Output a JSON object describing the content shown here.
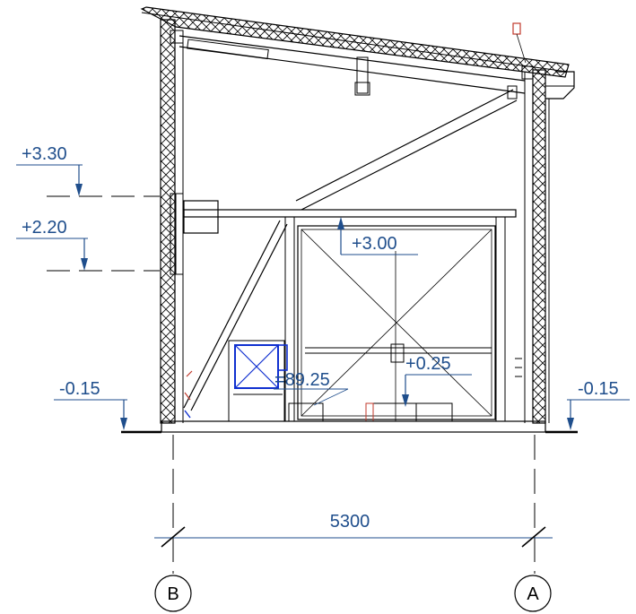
{
  "levels": {
    "l330": "+3.30",
    "l220": "+2.20",
    "l300": "+3.00",
    "l025": "+0.25",
    "l015_left": "-0.15",
    "l015_right": "-0.15",
    "l8925": "=89.25"
  },
  "dimension": {
    "width": "5300"
  },
  "gridlines": {
    "left": "B",
    "right": "A"
  },
  "colors": {
    "annotation": "#1f4e8c",
    "line": "#000000",
    "highlight": "#1030d0",
    "accent": "#c0392b"
  }
}
